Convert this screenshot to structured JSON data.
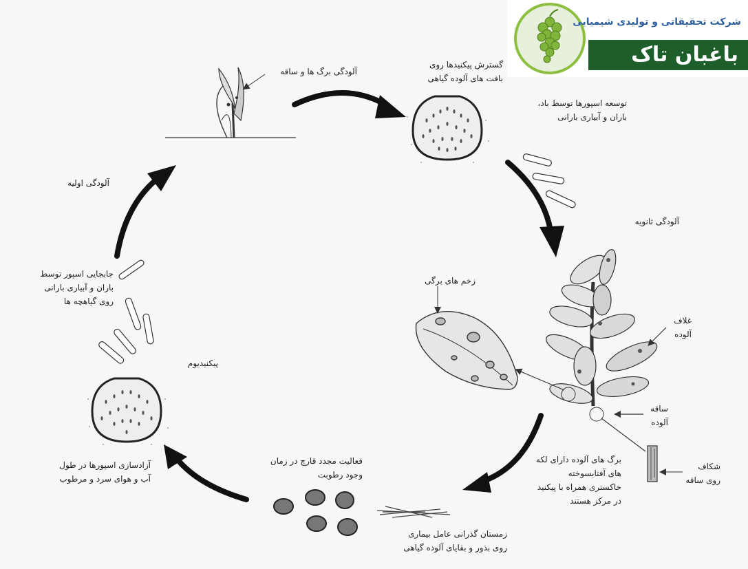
{
  "logo": {
    "company_name": "شرکت تحقیقاتی و تولیدی شیمیایی",
    "brand_name": "باغبان تاک",
    "primary_color": "#1d5e2a",
    "secondary_color": "#2d5fa0",
    "accent_color": "#8cbf3f"
  },
  "labels": {
    "leaf_stem_infection": "آلودگی برگ ها و ساقه",
    "pycnidia_spread": "گسترش پیکنیدها روی\nبافت های آلوده گیاهی",
    "spore_spread_wind": "توسعه اسپورها توسط باد،\nباران و آبیاری بارانی",
    "secondary_infection": "آلودگی ثانویه",
    "leaf_lesions": "زخم های برگی",
    "infected_sheath": "غلاف\nآلوده",
    "infected_stem": "ساقه\nآلوده",
    "stem_cracks": "شکاف\nروی ساقه",
    "leaf_spots": "برگ های آلوده دارای لکه\nهای آفتابسوخته\nخاکستری همراه با پیکنید\nدر مرکز هستند",
    "overwintering": "زمستان گذرانی عامل بیماری\nروی بذور و بقایای آلوده گیاهی",
    "reactivation": "فعالیت مجدد قارچ در زمان\nوجود رطوبت",
    "spore_release": "آزادسازی اسپورها در طول\nآب و هوای سرد و مرطوب",
    "pycnidium": "پیکنیدیوم",
    "spore_movement": "جابجایی اسپور توسط\nباران و آبیاری بارانی\nروی گیاهچه ها",
    "primary_infection": "آلودگی اولیه"
  },
  "colors": {
    "background": "#f7f7f6",
    "ink": "#1a1a1a",
    "arrow": "#111111"
  }
}
